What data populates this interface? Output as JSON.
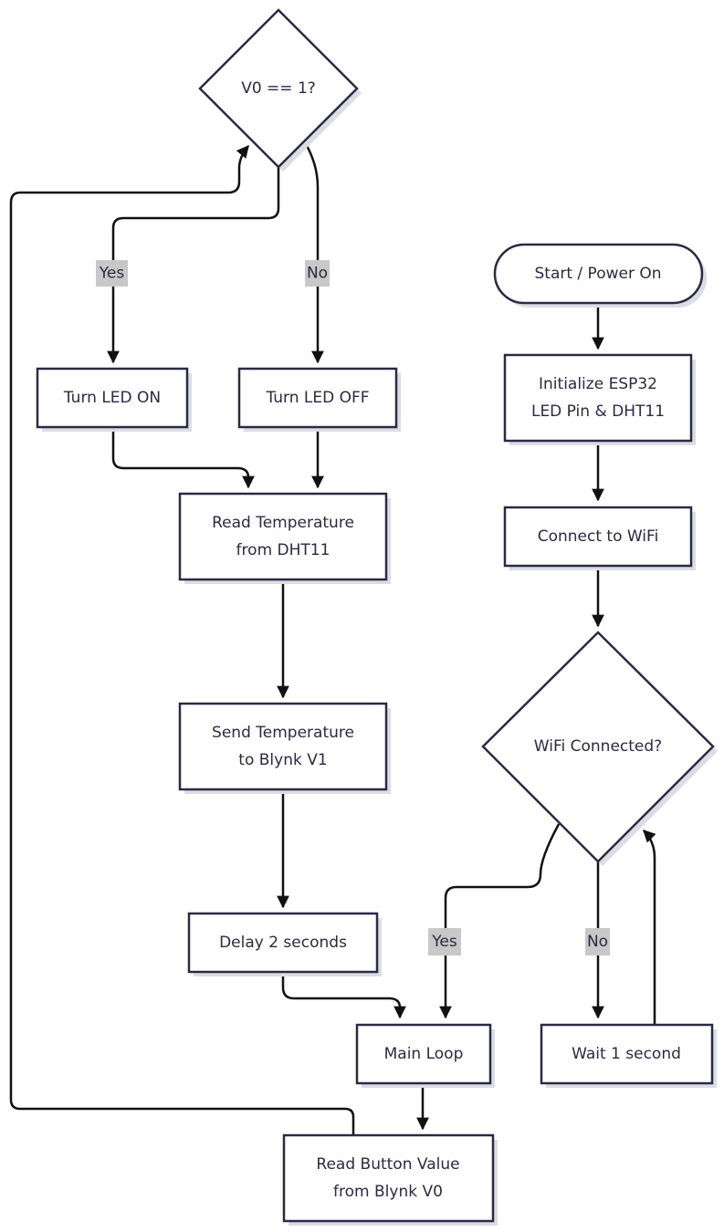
{
  "nodes": {
    "v0_check": "V0 == 1?",
    "led_on": "Turn LED ON",
    "led_off": "Turn LED OFF",
    "read_temp": [
      "Read Temperature",
      "from DHT11"
    ],
    "send_temp": [
      "Send Temperature",
      "to Blynk V1"
    ],
    "delay": "Delay 2 seconds",
    "main_loop": "Main Loop",
    "read_button": [
      "Read Button Value",
      "from Blynk V0"
    ],
    "start": "Start / Power On",
    "init": [
      "Initialize ESP32",
      "LED Pin & DHT11"
    ],
    "connect_wifi": "Connect to WiFi",
    "wifi_check": "WiFi Connected?",
    "wait": "Wait 1 second"
  },
  "edge_labels": {
    "v0_yes": "Yes",
    "v0_no": "No",
    "wifi_yes": "Yes",
    "wifi_no": "No"
  },
  "colors": {
    "node_stroke": "#2a2a44",
    "edge": "#111111",
    "label_bg": "#c8c8c8",
    "text": "#2a2a44"
  }
}
